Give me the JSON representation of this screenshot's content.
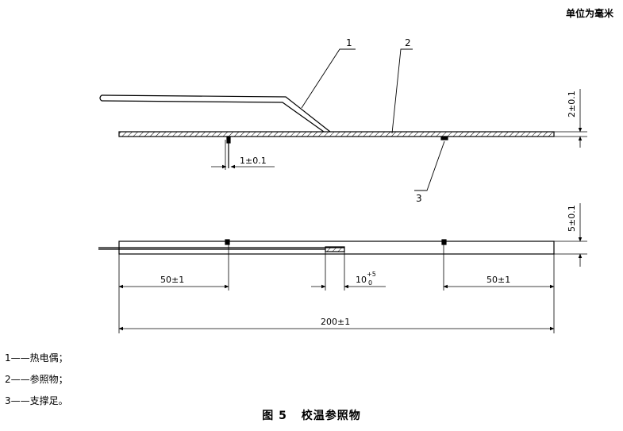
{
  "unit_note": "单位为毫米",
  "top_view": {
    "callout_1": "1",
    "callout_2": "2",
    "callout_3": "3",
    "dim_thickness": "2±0.1",
    "dim_support": "1±0.1"
  },
  "bottom_view": {
    "dim_height": "5±0.1",
    "dim_left": "50±1",
    "dim_center_base": "10",
    "dim_center_sup": "+5",
    "dim_center_sub": "0",
    "dim_right": "50±1",
    "dim_total": "200±1"
  },
  "legend": [
    {
      "num": "1",
      "dash": "——",
      "text": "热电偶；"
    },
    {
      "num": "2",
      "dash": "——",
      "text": "参照物；"
    },
    {
      "num": "3",
      "dash": "——",
      "text": "支撑足。"
    }
  ],
  "caption": {
    "figure": "图 5",
    "title": "校温参照物"
  }
}
